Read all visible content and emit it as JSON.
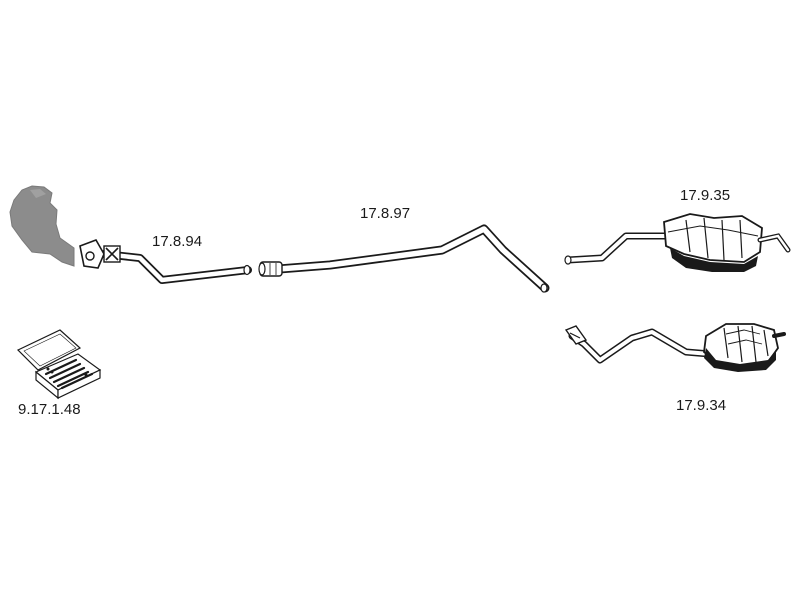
{
  "diagram": {
    "parts": {
      "manifold_shield": {
        "icon": "heat-shield-icon"
      },
      "mount_kit": {
        "label": "9.17.1.48",
        "icon": "mounting-kit-box-icon"
      },
      "front_pipe": {
        "label": "17.8.94",
        "icon": "front-pipe-icon"
      },
      "middle_pipe": {
        "label": "17.8.97",
        "icon": "middle-pipe-icon"
      },
      "rear_silencer_upper": {
        "label": "17.9.35",
        "icon": "rear-silencer-icon"
      },
      "rear_silencer_lower": {
        "label": "17.9.34",
        "icon": "rear-silencer-icon"
      }
    },
    "colors": {
      "ink": "#1a1a1a",
      "shield_gray": "#8c8c8c",
      "background": "#ffffff"
    }
  }
}
